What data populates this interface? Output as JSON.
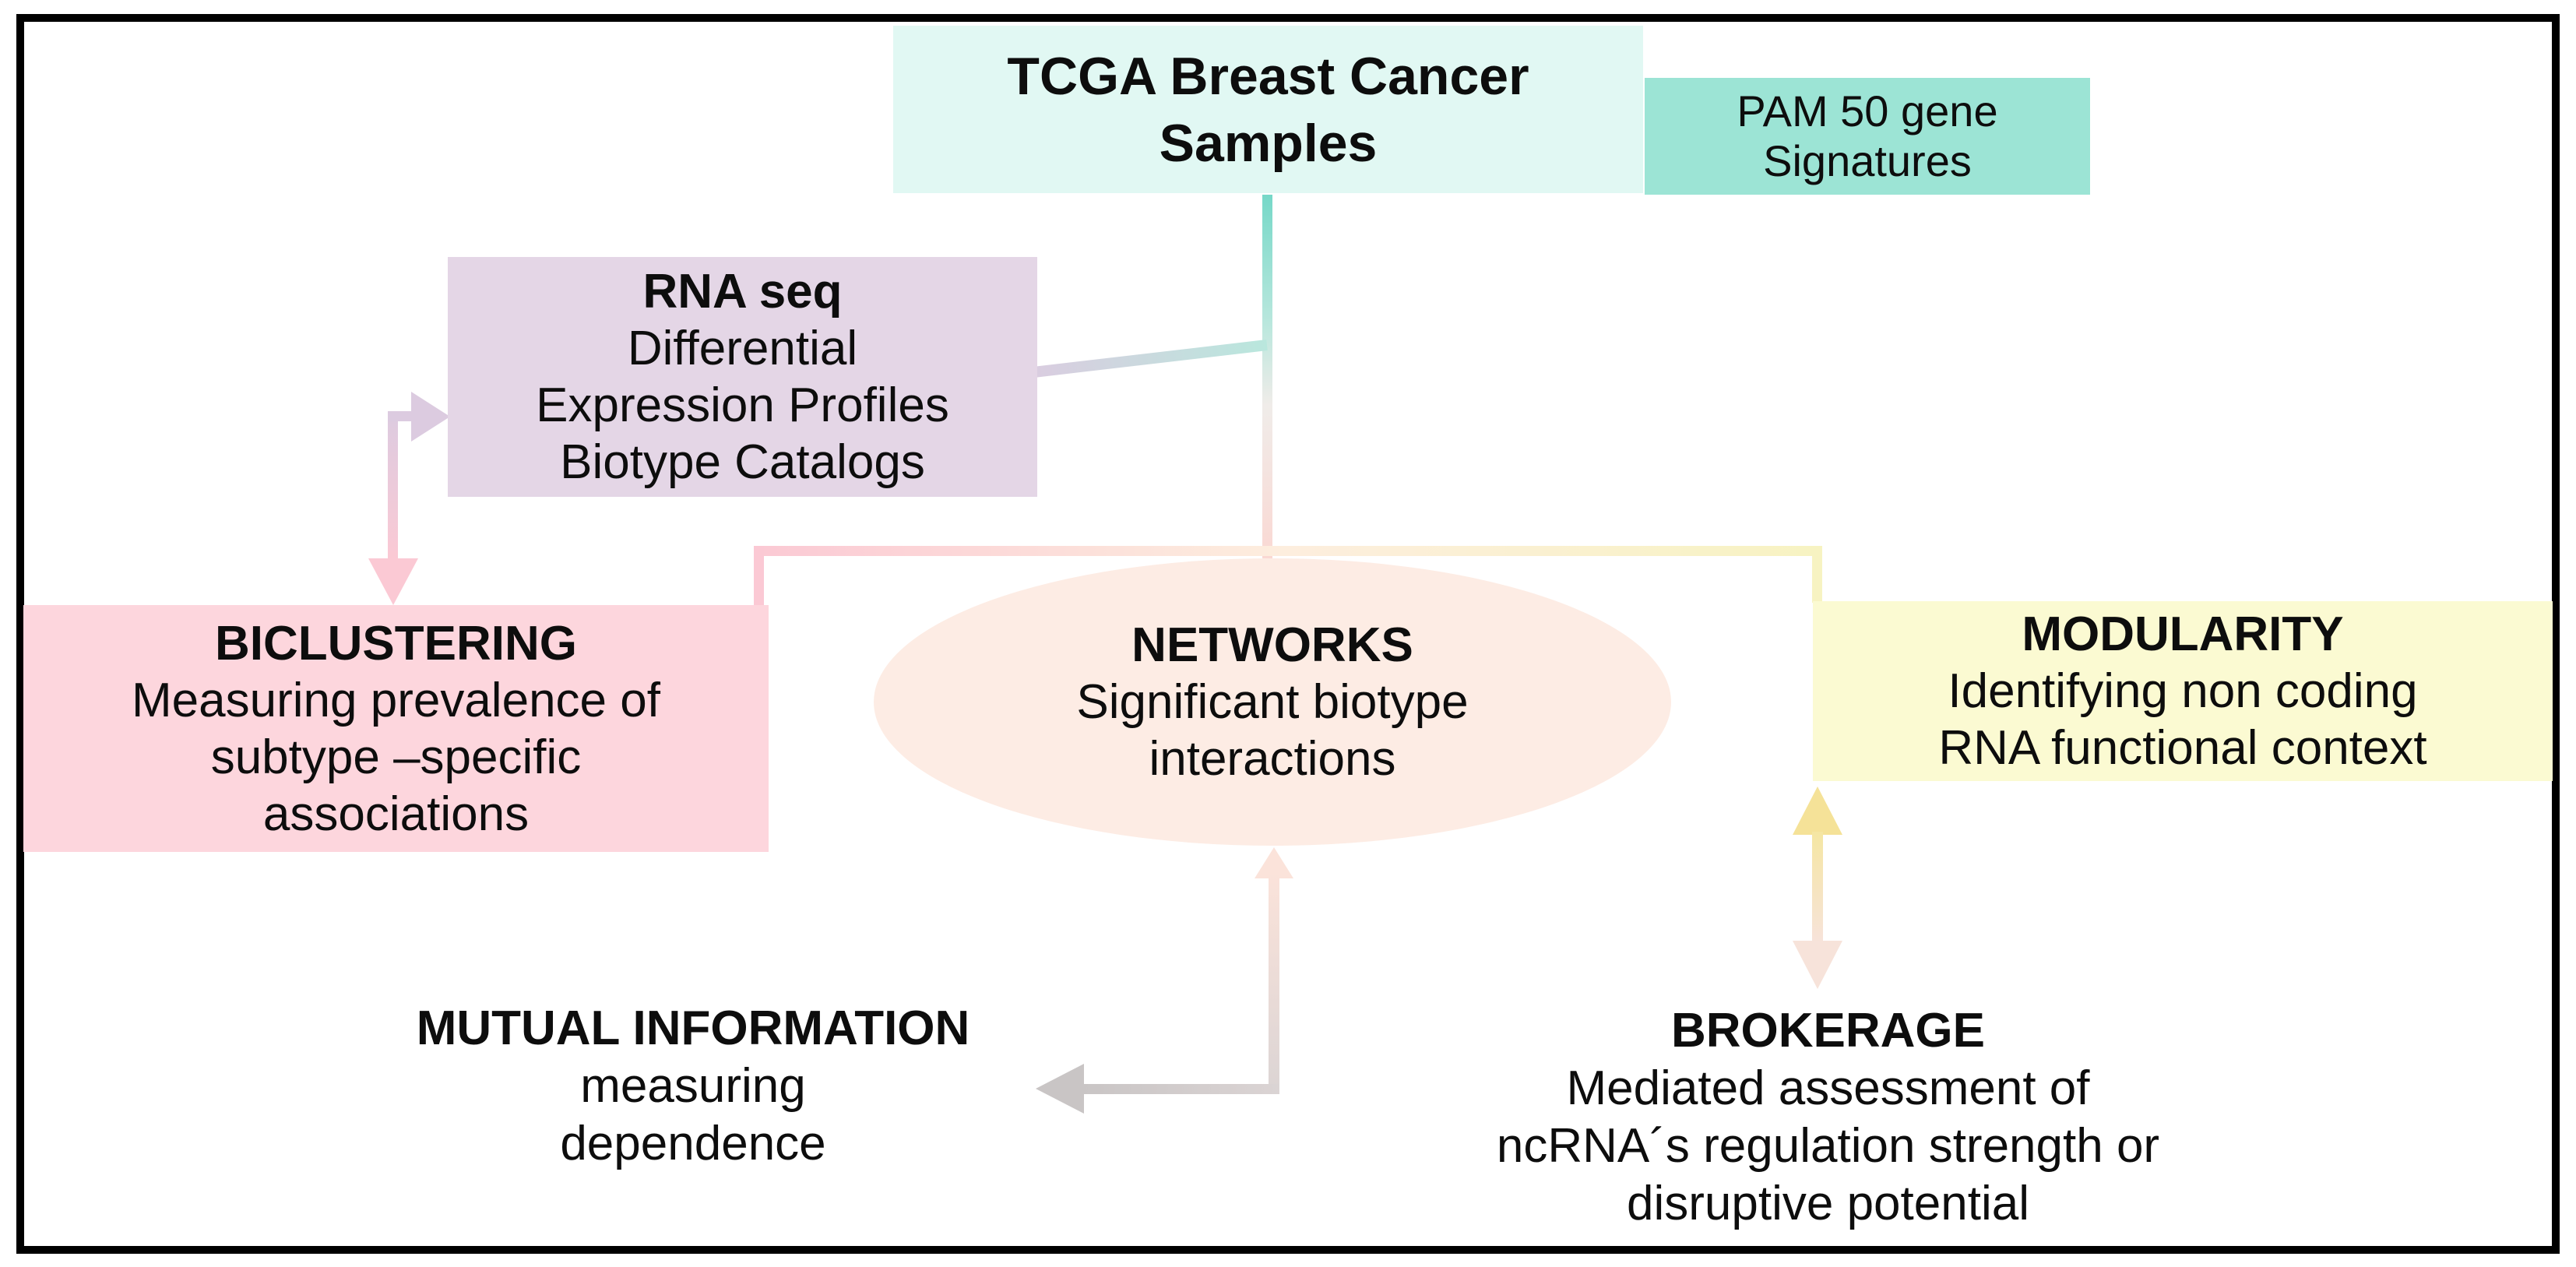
{
  "figure": {
    "type": "flow-diagram",
    "topic": "TCGA Breast Cancer ncRNA analysis workflow"
  },
  "colors": {
    "text": "#0d0d0d",
    "border": "#000000",
    "tcga_fill": "#e1f8f3",
    "pam_fill": "#9ce4d5",
    "rnaseq_fill": "#e4d6e6",
    "biclustering_fill": "#fdd6dd",
    "networks_fill": "#fdece4",
    "modularity_fill": "#fbfad2",
    "line_teal": "#76d8c8",
    "line_teal_soft": "#b9e7dd",
    "line_white_blend": "#f0ece9",
    "line_pink": "#fbc9d4",
    "line_pink_soft": "#fad8d3",
    "line_yellow": "#f7f3c2",
    "line_cream_blend": "#fdeede",
    "line_lavender": "#dccbe0",
    "line_peach": "#fbe3da",
    "line_gray": "#c9c5c5",
    "line_gray_soft": "#dbd4d4",
    "arrow_yellow": "#f5e298",
    "arrow_yellow_soft": "#f5e6a2",
    "arrow_peach": "#f7e3da"
  },
  "nodes": {
    "tcga": {
      "lines": [
        "TCGA Breast Cancer",
        "Samples"
      ]
    },
    "pam50": {
      "lines": [
        "PAM 50 gene",
        "Signatures"
      ]
    },
    "rnaseq": {
      "heading": "RNA seq",
      "lines": [
        "Differential",
        "Expression Profiles",
        "Biotype Catalogs"
      ]
    },
    "biclustering": {
      "heading": "BICLUSTERING",
      "lines": [
        "Measuring prevalence of",
        "subtype –specific",
        "associations"
      ]
    },
    "networks": {
      "heading": "NETWORKS",
      "lines": [
        "Significant biotype",
        "interactions"
      ]
    },
    "modularity": {
      "heading": "MODULARITY",
      "lines": [
        "Identifying non coding",
        "RNA functional context"
      ]
    },
    "mutual_information": {
      "heading": "MUTUAL INFORMATION",
      "lines": [
        "measuring",
        "dependence"
      ]
    },
    "brokerage": {
      "heading": "BROKERAGE",
      "lines": [
        "Mediated assessment of",
        "ncRNA´s regulation strength or",
        "disruptive potential"
      ]
    }
  }
}
